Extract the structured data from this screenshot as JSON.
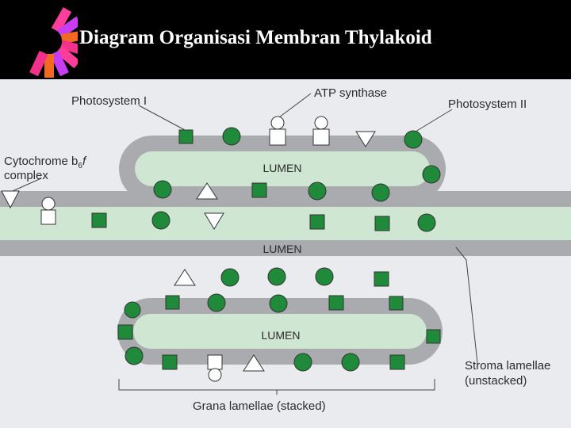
{
  "header": {
    "title": "Diagram Organisasi Membran Thylakoid"
  },
  "colors": {
    "background": "#e9ebee",
    "membrane": "#a9abae",
    "lumen": "#cfe6d2",
    "protein_green": "#1f8a3a",
    "header": "#000000",
    "fan": [
      "#ff3d9a",
      "#c83cf2",
      "#f26a22",
      "#f2318a"
    ]
  },
  "diagram": {
    "labels": {
      "photosystem_1": "Photosystem I",
      "atp_synthase": "ATP synthase",
      "photosystem_2": "Photosystem II",
      "cytochrome_line1": "Cytochrome b",
      "cytochrome_sub": "6",
      "cytochrome_f": "f",
      "cytochrome_line2": "complex",
      "stroma_line1": "Stroma lamellae",
      "stroma_line2": "(unstacked)",
      "grana": "Grana lamellae (stacked)"
    },
    "lumen_labels": [
      "LUMEN",
      "LUMEN",
      "LUMEN"
    ]
  }
}
